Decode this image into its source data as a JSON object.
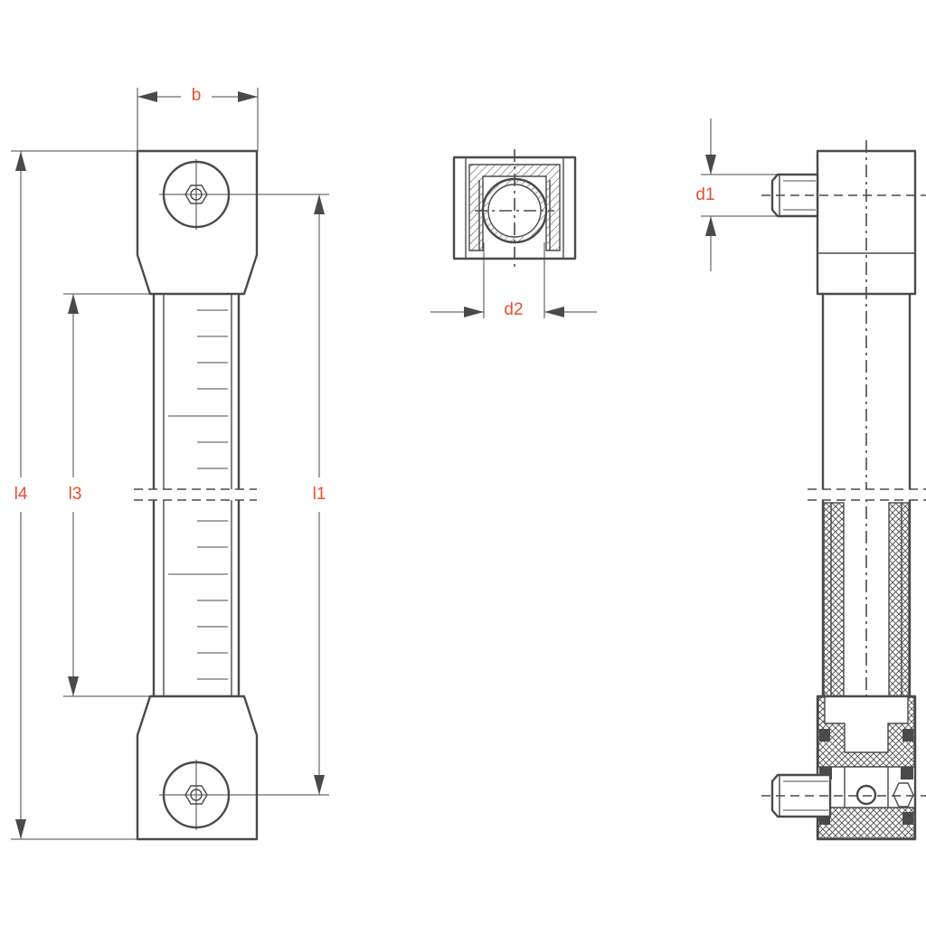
{
  "colors": {
    "line": "#4a4a4a",
    "label": "#e8502f",
    "background": "#ffffff"
  },
  "labels": {
    "b": "b",
    "l4": "l4",
    "l3": "l3",
    "l1": "l1",
    "d2": "d2",
    "d1": "d1"
  }
}
